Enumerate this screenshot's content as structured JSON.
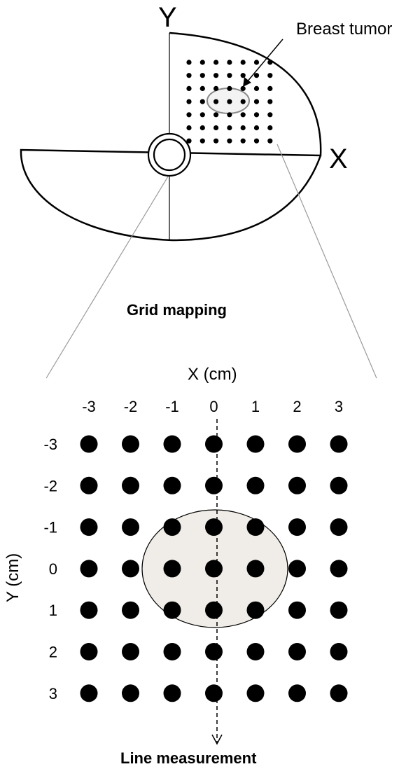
{
  "top_view": {
    "y_axis_label": "Y",
    "x_axis_label": "X",
    "tumor_label": "Breast tumor",
    "caption": "Grid mapping"
  },
  "grid_view": {
    "x_axis_label": "X (cm)",
    "y_axis_label": "Y (cm)",
    "x_ticks": [
      "-3",
      "-2",
      "-1",
      "0",
      "1",
      "2",
      "3"
    ],
    "y_ticks": [
      "-3",
      "-2",
      "-1",
      "0",
      "1",
      "2",
      "3"
    ],
    "caption": "Line measurement"
  },
  "colors": {
    "ink": "#000000",
    "tumor_fill": "#f0ede8",
    "leader_line": "#9a9a9a"
  }
}
